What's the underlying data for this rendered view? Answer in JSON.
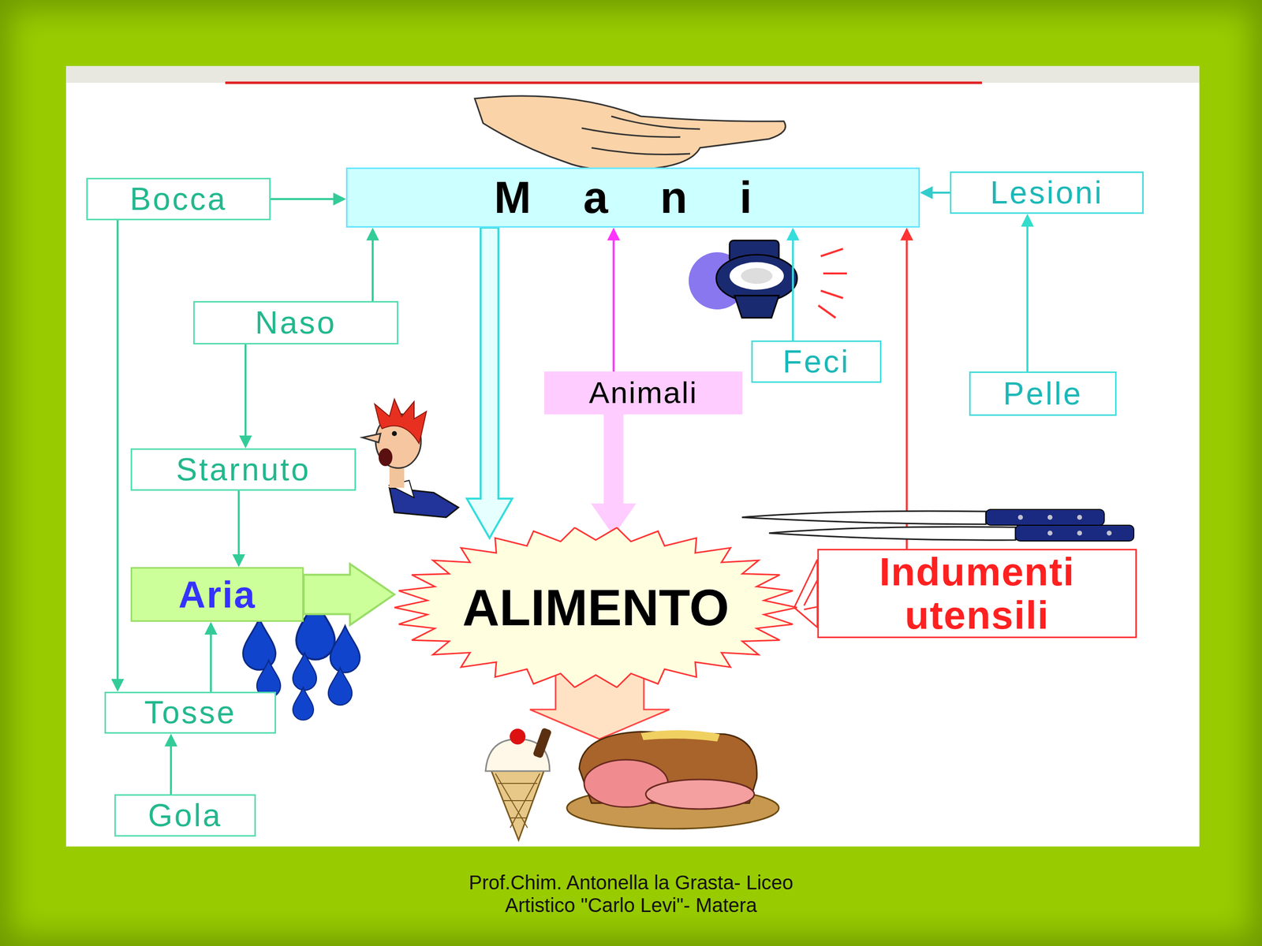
{
  "diagram": {
    "caption": "Prof.Chim. Antonella la Grasta- Liceo Artistico \"Carlo Levi\"- Matera",
    "nodes": [
      {
        "text": [
          "Bocca"
        ]
      },
      {
        "text": [
          "M a n i"
        ]
      },
      {
        "text": [
          "Lesioni"
        ]
      },
      {
        "text": [
          "Naso"
        ]
      },
      {
        "text": [
          "Feci"
        ]
      },
      {
        "text": [
          "Animali"
        ]
      },
      {
        "text": [
          "Pelle"
        ]
      },
      {
        "text": [
          "Starnuto"
        ]
      },
      {
        "text": [
          "Aria"
        ]
      },
      {
        "text": [
          "ALIMENTO"
        ]
      },
      {
        "text": [
          "Indumenti utensili"
        ]
      },
      {
        "text": [
          "Tosse"
        ]
      },
      {
        "text": [
          "Gola"
        ]
      }
    ],
    "edges": [
      {
        "from": 0,
        "to": 1,
        "arrow": "to"
      },
      {
        "from": 0,
        "to": 11,
        "arrow": "to"
      },
      {
        "from": 3,
        "to": 1,
        "arrow": "to"
      },
      {
        "from": 3,
        "to": 7,
        "arrow": "to"
      },
      {
        "from": 7,
        "to": 8,
        "arrow": "to"
      },
      {
        "from": 11,
        "to": 8,
        "arrow": "to"
      },
      {
        "from": 12,
        "to": 11,
        "arrow": "to"
      },
      {
        "from": 8,
        "to": 9,
        "arrow": "to"
      },
      {
        "from": 1,
        "to": 9,
        "arrow": "to"
      },
      {
        "from": 5,
        "to": 1,
        "arrow": "to"
      },
      {
        "from": 5,
        "to": 9,
        "arrow": "to"
      },
      {
        "from": 4,
        "to": 1,
        "arrow": "to"
      },
      {
        "from": 2,
        "to": 1,
        "arrow": "to"
      },
      {
        "from": 6,
        "to": 2,
        "arrow": "to"
      },
      {
        "from": 10,
        "to": 1,
        "arrow": "to"
      },
      {
        "from": 10,
        "to": 9,
        "arrow": "to"
      }
    ]
  }
}
